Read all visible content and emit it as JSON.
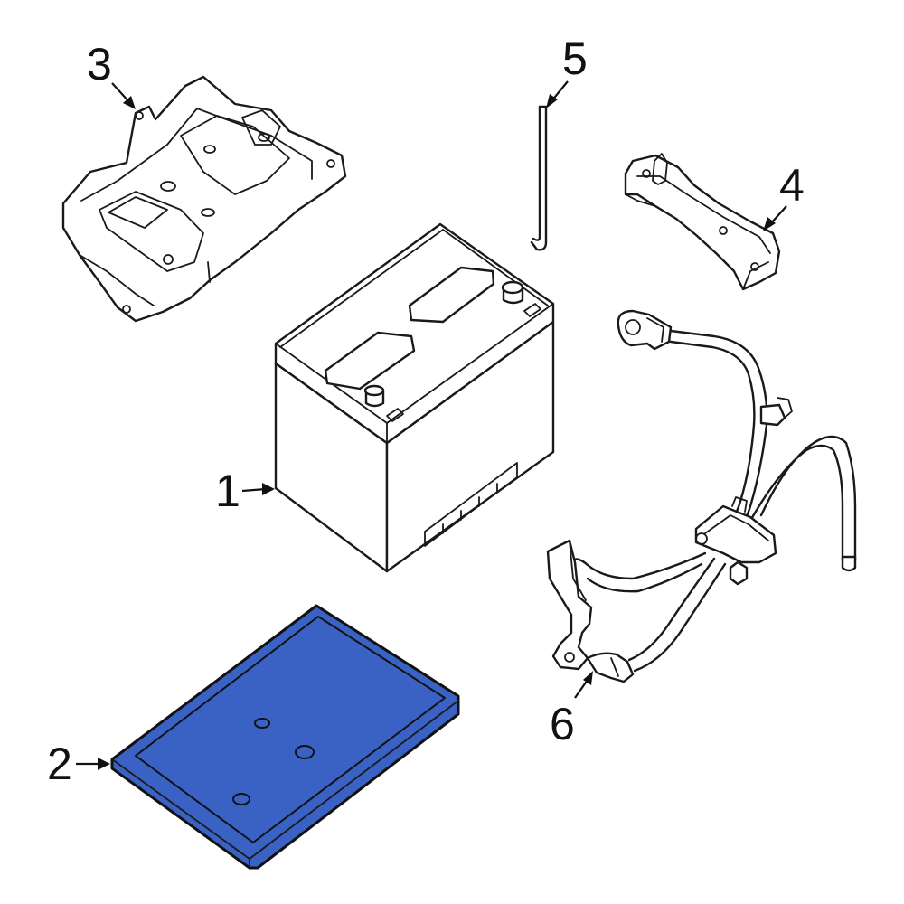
{
  "colors": {
    "line": "#1a1a1a",
    "highlight_fill": "#3a62c4",
    "background": "#ffffff"
  },
  "parts": [
    {
      "id": "battery",
      "callout": "1"
    },
    {
      "id": "battery-tray-pad",
      "callout": "2",
      "highlighted": true
    },
    {
      "id": "battery-tray",
      "callout": "3"
    },
    {
      "id": "hold-down-bracket",
      "callout": "4"
    },
    {
      "id": "hold-down-rod",
      "callout": "5"
    },
    {
      "id": "battery-cable",
      "callout": "6"
    }
  ]
}
